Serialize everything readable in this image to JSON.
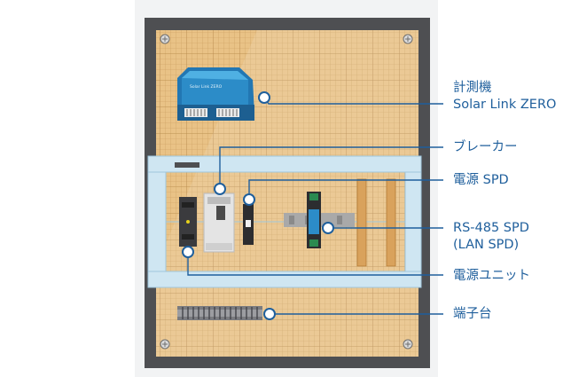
{
  "labels": {
    "meter_line1": "計測機",
    "meter_line2": "Solar Link ZERO",
    "breaker": "ブレーカー",
    "power_spd": "電源 SPD",
    "rs485_line1": "RS-485 SPD",
    "rs485_line2": "(LAN SPD)",
    "power_unit": "電源ユニット",
    "terminal_block": "端子台"
  },
  "device_brand": "Solar Link ZERO",
  "colors": {
    "wall": "#e9ecee",
    "enclosure": "#f2f3f4",
    "frame": "#4e4f52",
    "board": "#e9c286",
    "din_rail": "#cfe6f2",
    "meter_body": "#2c8cc8",
    "callout_line": "#1f5f9c",
    "callout_text": "#1f5f9c"
  }
}
